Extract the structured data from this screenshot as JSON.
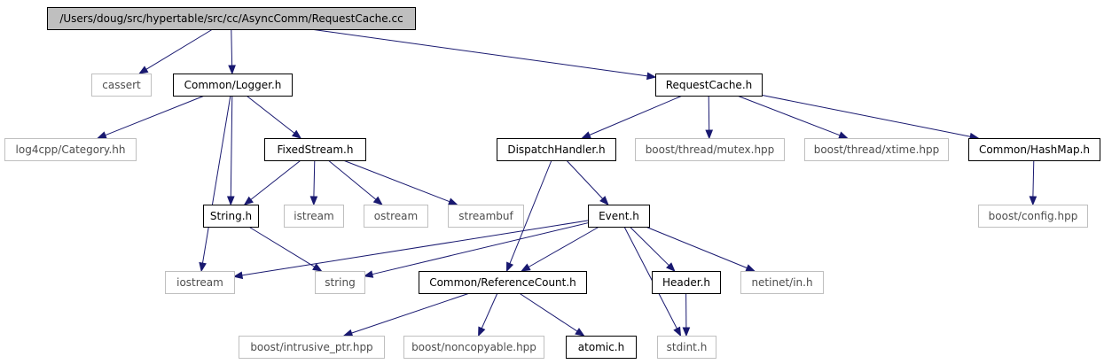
{
  "diagram": {
    "colors": {
      "edge": "#191970",
      "main_fill": "#bfbfbf",
      "system_border": "#bfbfbf",
      "local_border": "#000000"
    },
    "nodes": [
      {
        "id": "main",
        "label": "/Users/doug/src/hypertable/src/cc/AsyncComm/RequestCache.cc",
        "kind": "main"
      },
      {
        "id": "cassert",
        "label": "cassert",
        "kind": "system"
      },
      {
        "id": "logger",
        "label": "Common/Logger.h",
        "kind": "local"
      },
      {
        "id": "requestcache_h",
        "label": "RequestCache.h",
        "kind": "local"
      },
      {
        "id": "log4cpp",
        "label": "log4cpp/Category.hh",
        "kind": "system"
      },
      {
        "id": "fixedstream",
        "label": "FixedStream.h",
        "kind": "local"
      },
      {
        "id": "dispatch",
        "label": "DispatchHandler.h",
        "kind": "local"
      },
      {
        "id": "mutex",
        "label": "boost/thread/mutex.hpp",
        "kind": "system"
      },
      {
        "id": "xtime",
        "label": "boost/thread/xtime.hpp",
        "kind": "system"
      },
      {
        "id": "hashmap",
        "label": "Common/HashMap.h",
        "kind": "local"
      },
      {
        "id": "string_h",
        "label": "String.h",
        "kind": "local"
      },
      {
        "id": "istream",
        "label": "istream",
        "kind": "system"
      },
      {
        "id": "ostream",
        "label": "ostream",
        "kind": "system"
      },
      {
        "id": "streambuf",
        "label": "streambuf",
        "kind": "system"
      },
      {
        "id": "event",
        "label": "Event.h",
        "kind": "local"
      },
      {
        "id": "config",
        "label": "boost/config.hpp",
        "kind": "system"
      },
      {
        "id": "iostream",
        "label": "iostream",
        "kind": "system"
      },
      {
        "id": "string",
        "label": "string",
        "kind": "system"
      },
      {
        "id": "refcount",
        "label": "Common/ReferenceCount.h",
        "kind": "local"
      },
      {
        "id": "header",
        "label": "Header.h",
        "kind": "local"
      },
      {
        "id": "netinet",
        "label": "netinet/in.h",
        "kind": "system"
      },
      {
        "id": "intrusive",
        "label": "boost/intrusive_ptr.hpp",
        "kind": "system"
      },
      {
        "id": "noncopyable",
        "label": "boost/noncopyable.hpp",
        "kind": "system"
      },
      {
        "id": "atomic",
        "label": "atomic.h",
        "kind": "local"
      },
      {
        "id": "stdint",
        "label": "stdint.h",
        "kind": "system"
      }
    ],
    "edges": [
      {
        "from": "main",
        "to": "cassert"
      },
      {
        "from": "main",
        "to": "logger"
      },
      {
        "from": "main",
        "to": "requestcache_h"
      },
      {
        "from": "logger",
        "to": "log4cpp"
      },
      {
        "from": "logger",
        "to": "iostream"
      },
      {
        "from": "logger",
        "to": "string_h"
      },
      {
        "from": "logger",
        "to": "fixedstream"
      },
      {
        "from": "fixedstream",
        "to": "string_h"
      },
      {
        "from": "fixedstream",
        "to": "istream"
      },
      {
        "from": "fixedstream",
        "to": "ostream"
      },
      {
        "from": "fixedstream",
        "to": "streambuf"
      },
      {
        "from": "string_h",
        "to": "string"
      },
      {
        "from": "requestcache_h",
        "to": "dispatch"
      },
      {
        "from": "requestcache_h",
        "to": "mutex"
      },
      {
        "from": "requestcache_h",
        "to": "xtime"
      },
      {
        "from": "requestcache_h",
        "to": "hashmap"
      },
      {
        "from": "hashmap",
        "to": "config"
      },
      {
        "from": "dispatch",
        "to": "event"
      },
      {
        "from": "dispatch",
        "to": "refcount"
      },
      {
        "from": "event",
        "to": "iostream"
      },
      {
        "from": "event",
        "to": "string"
      },
      {
        "from": "event",
        "to": "refcount"
      },
      {
        "from": "event",
        "to": "header"
      },
      {
        "from": "event",
        "to": "netinet"
      },
      {
        "from": "event",
        "to": "stdint"
      },
      {
        "from": "header",
        "to": "stdint"
      },
      {
        "from": "refcount",
        "to": "intrusive"
      },
      {
        "from": "refcount",
        "to": "noncopyable"
      },
      {
        "from": "refcount",
        "to": "atomic"
      }
    ]
  }
}
